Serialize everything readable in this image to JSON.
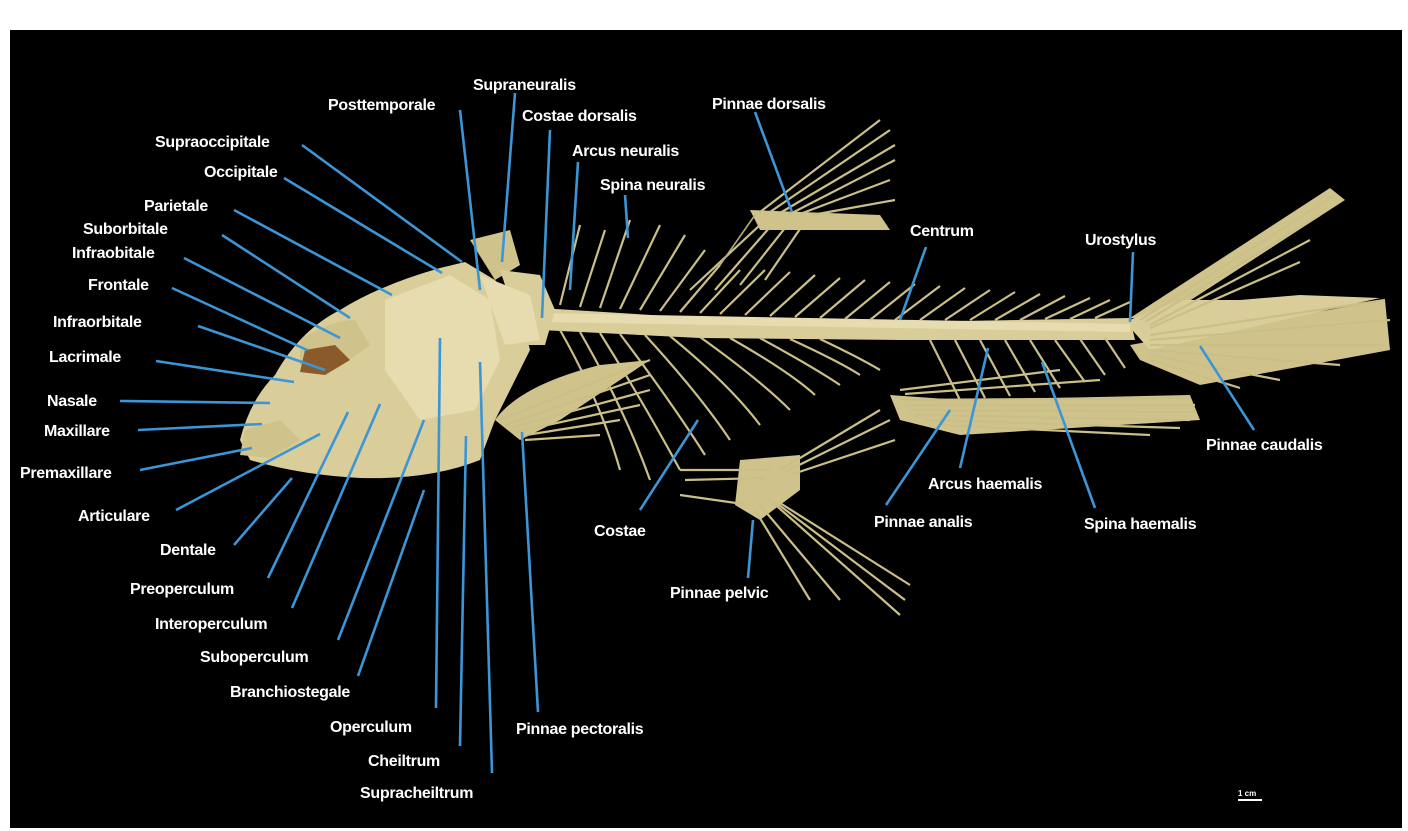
{
  "labels": {
    "supraneuralis": "Supraneuralis",
    "posttemporale": "Posttemporale",
    "costae_dorsalis": "Costae dorsalis",
    "pinnae_dorsalis": "Pinnae dorsalis",
    "arcus_neuralis": "Arcus neuralis",
    "spina_neuralis": "Spina neuralis",
    "supraoccipitale": "Supraoccipitale",
    "occipitale": "Occipitale",
    "parietale": "Parietale",
    "suborbitale": "Suborbitale",
    "infraobitale": "Infraobitale",
    "frontale": "Frontale",
    "infraorbitale": "Infraorbitale",
    "lacrimale": "Lacrimale",
    "nasale": "Nasale",
    "maxillare": "Maxillare",
    "premaxillare": "Premaxillare",
    "articulare": "Articulare",
    "dentale": "Dentale",
    "preoperculum": "Preoperculum",
    "interoperculum": "Interoperculum",
    "suboperculum": "Suboperculum",
    "branchiostegale": "Branchiostegale",
    "operculum": "Operculum",
    "cheiltrum": "Cheiltrum",
    "supracheiltrum": "Supracheiltrum",
    "pinnae_pectoralis": "Pinnae pectoralis",
    "centrum": "Centrum",
    "urostylus": "Urostylus",
    "pinnae_caudalis": "Pinnae caudalis",
    "arcus_haemalis": "Arcus haemalis",
    "pinnae_analis": "Pinnae analis",
    "spina_haemalis": "Spina haemalis",
    "costae": "Costae",
    "pinnae_pelvic": "Pinnae pelvic"
  },
  "scale_bar": "1 cm",
  "colors": {
    "background": "#000000",
    "leader_line": "#3b95d6",
    "label_text": "#ffffff",
    "bone": "#d9cd9a"
  }
}
